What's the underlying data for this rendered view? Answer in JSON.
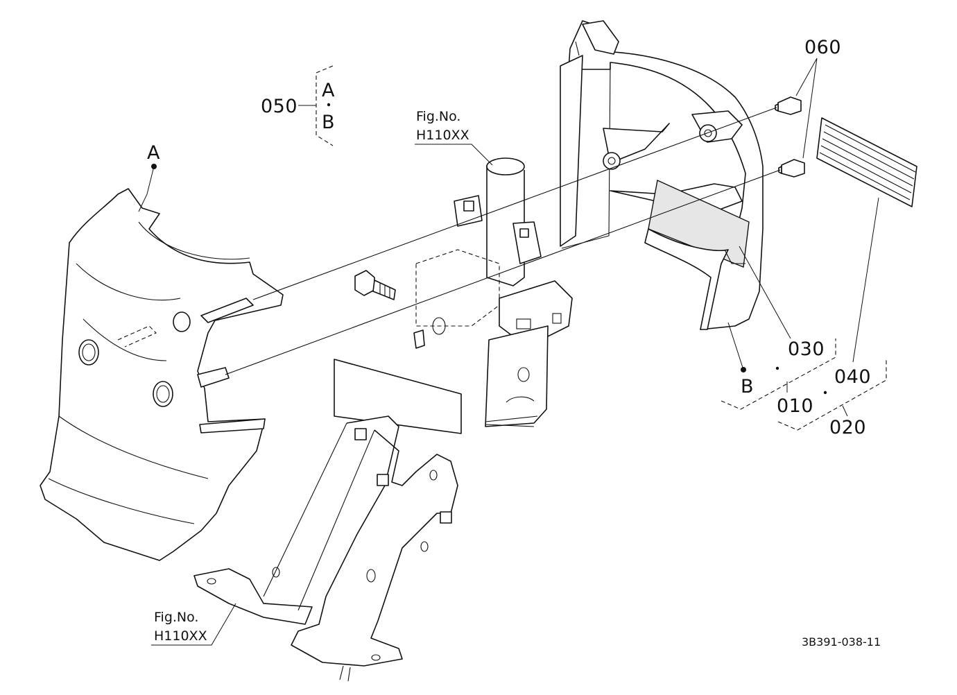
{
  "callouts": {
    "label_a": "A",
    "label_b": "B",
    "code_050": "050",
    "code_050_a": "A",
    "code_050_b": "B",
    "code_060": "060",
    "code_030": "030",
    "code_040": "040",
    "code_010": "010",
    "code_020": "020"
  },
  "figure_refs": [
    {
      "label": "Fig.No.",
      "number": "H110XX"
    },
    {
      "label": "Fig.No.",
      "number": "H110XX"
    }
  ],
  "drawing_code": "3B391-038-11"
}
